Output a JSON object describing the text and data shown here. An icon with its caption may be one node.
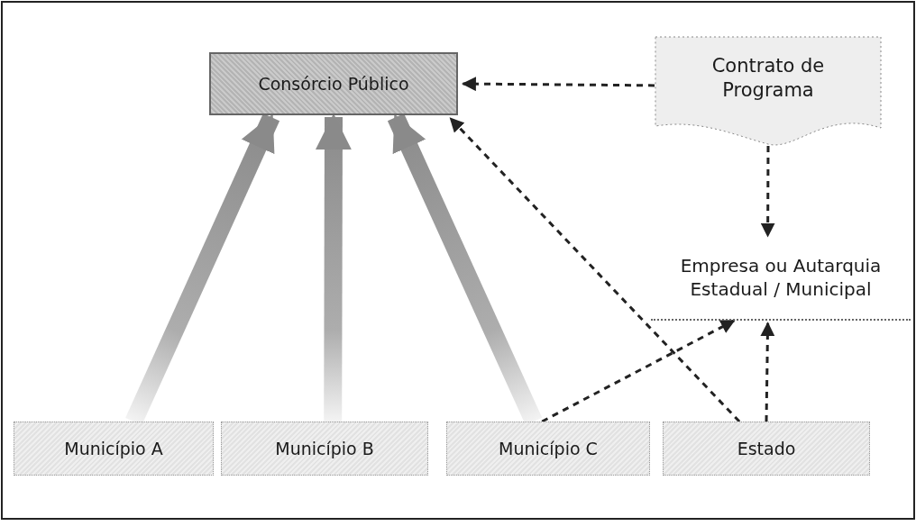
{
  "diagram": {
    "nodes": [
      {
        "text": [
          "Consórcio Público"
        ]
      },
      {
        "text": [
          "Contrato de Programa"
        ]
      },
      {
        "text": [
          "Empresa ou Autarquia Estadual / Municipal"
        ]
      },
      {
        "text": [
          "Município A"
        ]
      },
      {
        "text": [
          "Município B"
        ]
      },
      {
        "text": [
          "Município C"
        ]
      },
      {
        "text": [
          "Estado"
        ]
      }
    ],
    "edges": [
      {
        "from": 1,
        "to": 0,
        "arrow": "to",
        "style": "dashed"
      },
      {
        "from": 1,
        "to": 2,
        "arrow": "to",
        "style": "dashed"
      },
      {
        "from": 3,
        "to": 0,
        "arrow": "to",
        "style": "thick",
        "color": "#8a8a8a"
      },
      {
        "from": 4,
        "to": 0,
        "arrow": "to",
        "style": "thick",
        "color": "#8a8a8a"
      },
      {
        "from": 5,
        "to": 0,
        "arrow": "to",
        "style": "thick",
        "color": "#8a8a8a"
      },
      {
        "from": 6,
        "to": 0,
        "arrow": "to",
        "style": "dashed"
      },
      {
        "from": 5,
        "to": 2,
        "arrow": "to",
        "style": "dashed"
      },
      {
        "from": 6,
        "to": 2,
        "arrow": "to",
        "style": "dashed"
      }
    ]
  }
}
